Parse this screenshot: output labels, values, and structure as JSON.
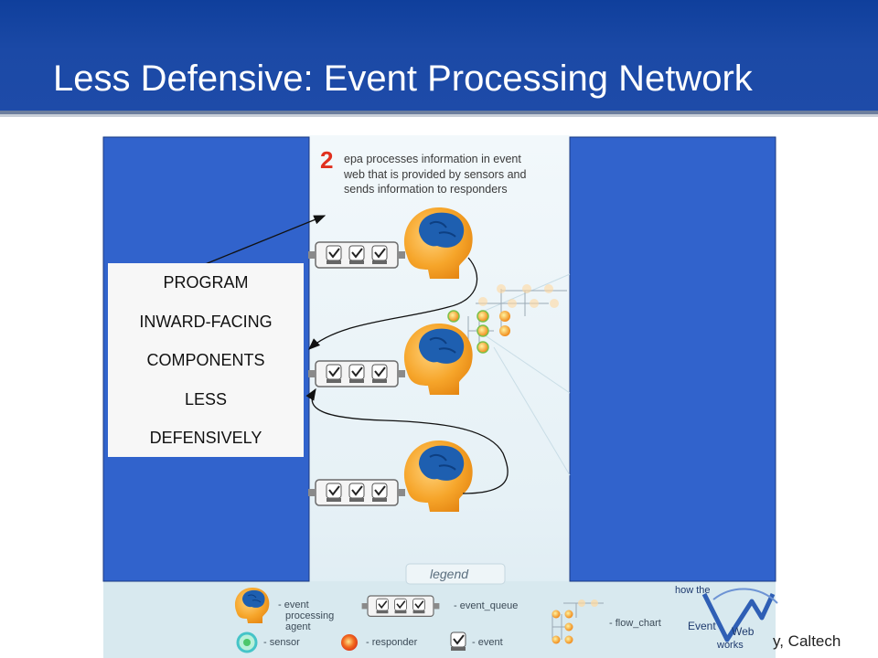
{
  "slide": {
    "title": "Less Defensive: Event Processing Network",
    "footer": "y, Caltech"
  },
  "figure": {
    "step_number": "2",
    "caption_lines": [
      "epa processes information in event",
      "web that is provided by sensors and",
      "sends information to responders"
    ],
    "callout_lines": [
      "PROGRAM",
      "INWARD-FACING",
      "COMPONENTS",
      "LESS",
      "DEFENSIVELY"
    ],
    "legend": {
      "title": "legend",
      "items": {
        "agent": [
          "- event",
          "processing",
          "agent"
        ],
        "queue": "- event_queue",
        "flow": "- flow_chart",
        "sensor": "- sensor",
        "responder": "- responder",
        "event": "- event"
      }
    },
    "brand": {
      "how": "how the",
      "event": "Event",
      "web": "Web",
      "works": "works"
    }
  },
  "colors": {
    "header": "#1e4ba8",
    "panel": "#3163cc",
    "accent": "#e0301e",
    "head": "#f39a1e",
    "brain": "#1e5fb0"
  }
}
